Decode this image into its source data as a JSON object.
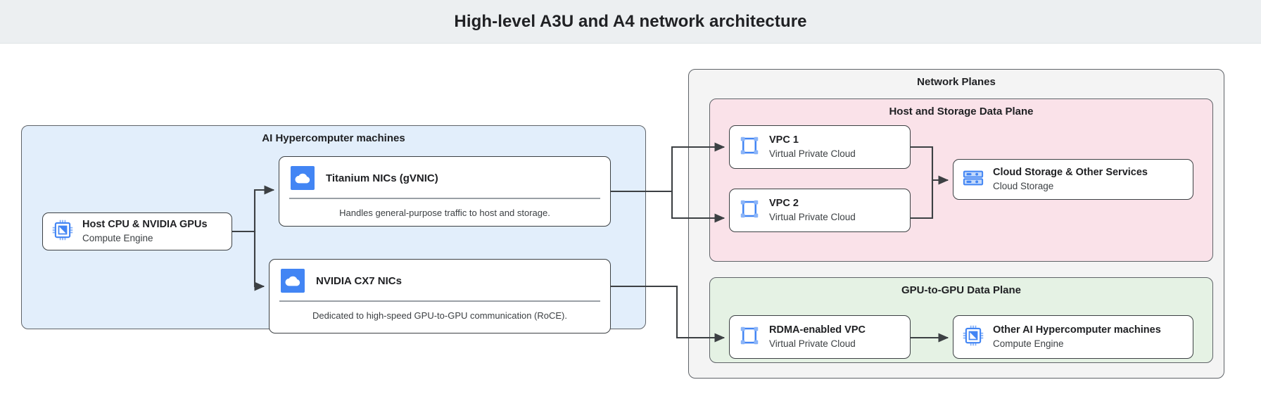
{
  "header": {
    "title": "High-level A3U and A4 network architecture"
  },
  "groups": {
    "ai_machines": {
      "label": "AI Hypercomputer machines",
      "fill": "#e2eefb"
    },
    "network_planes": {
      "label": "Network Planes",
      "fill": "#f4f4f4"
    },
    "host_storage_plane": {
      "label": "Host and Storage Data Plane",
      "fill": "#fae2e9"
    },
    "gpu_plane": {
      "label": "GPU-to-GPU Data Plane",
      "fill": "#e5f2e4"
    }
  },
  "nodes": {
    "host_cpu": {
      "title": "Host CPU & NVIDIA GPUs",
      "subtitle": "Compute Engine",
      "icon": "cpu-chip-icon"
    },
    "titanium": {
      "title": "Titanium NICs (gVNIC)",
      "caption": "Handles general-purpose traffic to host and storage.",
      "icon": "cloud-icon"
    },
    "cx7": {
      "title": "NVIDIA CX7 NICs",
      "caption": "Dedicated to high-speed GPU-to-GPU communication (RoCE).",
      "icon": "cloud-icon"
    },
    "vpc1": {
      "title": "VPC 1",
      "subtitle": "Virtual Private Cloud",
      "icon": "vpc-frame-icon"
    },
    "vpc2": {
      "title": "VPC 2",
      "subtitle": "Virtual Private Cloud",
      "icon": "vpc-frame-icon"
    },
    "storage": {
      "title": "Cloud Storage & Other Services",
      "subtitle": "Cloud Storage",
      "icon": "storage-rack-icon"
    },
    "rdma_vpc": {
      "title": "RDMA-enabled VPC",
      "subtitle": "Virtual Private Cloud",
      "icon": "vpc-frame-icon"
    },
    "other_ai": {
      "title": "Other AI Hypercomputer machines",
      "subtitle": "Compute Engine",
      "icon": "cpu-chip-icon"
    }
  },
  "colors": {
    "header_bg": "#eceff1",
    "icon_blue": "#4285f4",
    "icon_blue_light": "#8ab4f8",
    "edge": "#3c4043",
    "node_border": "#3c4043"
  },
  "edges": [
    {
      "from": "host_cpu",
      "to": "titanium"
    },
    {
      "from": "host_cpu",
      "to": "cx7"
    },
    {
      "from": "titanium",
      "to": "vpc1"
    },
    {
      "from": "titanium",
      "to": "vpc2"
    },
    {
      "from": "vpc1",
      "to": "storage"
    },
    {
      "from": "vpc2",
      "to": "storage"
    },
    {
      "from": "cx7",
      "to": "rdma_vpc"
    },
    {
      "from": "rdma_vpc",
      "to": "other_ai"
    }
  ]
}
